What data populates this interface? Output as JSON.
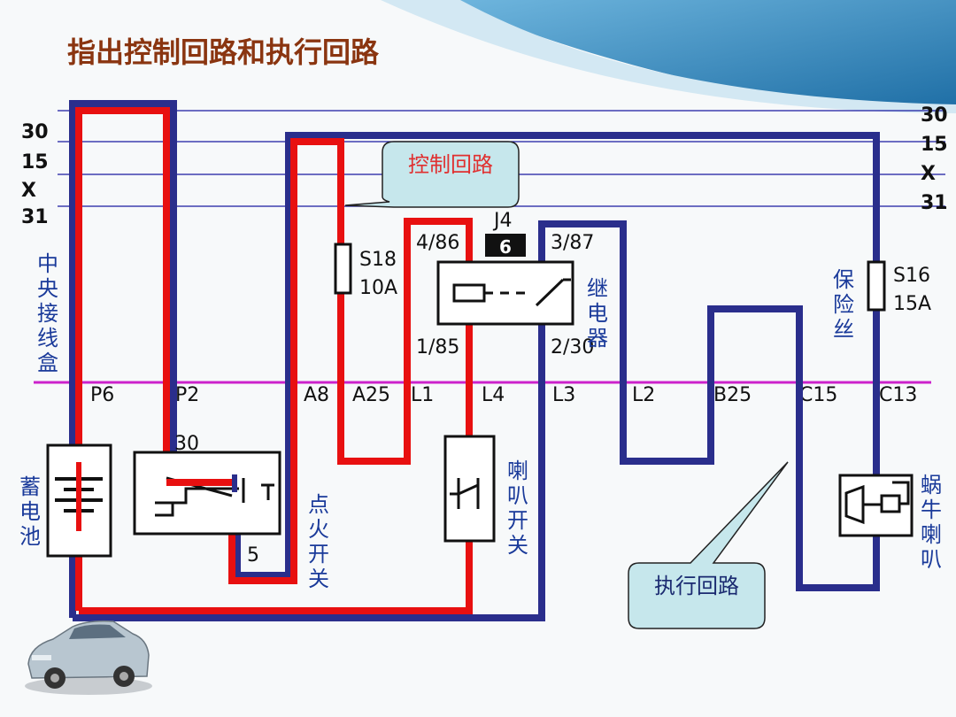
{
  "title": "指出控制回路和执行回路",
  "bus_labels_left": [
    "30",
    "15",
    "X",
    "31"
  ],
  "bus_labels_right": [
    "30",
    "15",
    "X",
    "31"
  ],
  "connectors": [
    "P6",
    "P2",
    "A8",
    "A25",
    "L1",
    "L4",
    "L3",
    "L2",
    "B25",
    "C15",
    "C13"
  ],
  "fuse_s18": {
    "name": "S18",
    "rating": "10A"
  },
  "fuse_s16": {
    "name": "S16",
    "rating": "15A"
  },
  "relay": {
    "id": "J4",
    "badge": "6",
    "pin_tl": "4/86",
    "pin_tr": "3/87",
    "pin_bl": "1/85",
    "pin_br": "2/30",
    "label": "继电器"
  },
  "central_box_label": "中央接线盒",
  "fuse_label": "保险丝",
  "battery_label": "蓄电池",
  "ignition": {
    "label": "点火开关",
    "pin_top": "30",
    "pin_bottom": "5"
  },
  "horn_switch_label": "喇叭开关",
  "snail_horn_label": "蜗牛喇叭",
  "callout_control": "控制回路",
  "callout_exec": "执行回路",
  "colors": {
    "control_path": "#e81010",
    "exec_path": "#2a2e8c",
    "bus_line": "#1a1aa0",
    "connector_line": "#cc22cc",
    "callout_fill": "#c6e7ec",
    "title": "#8a3510",
    "label_blue": "#1a3a9a"
  }
}
